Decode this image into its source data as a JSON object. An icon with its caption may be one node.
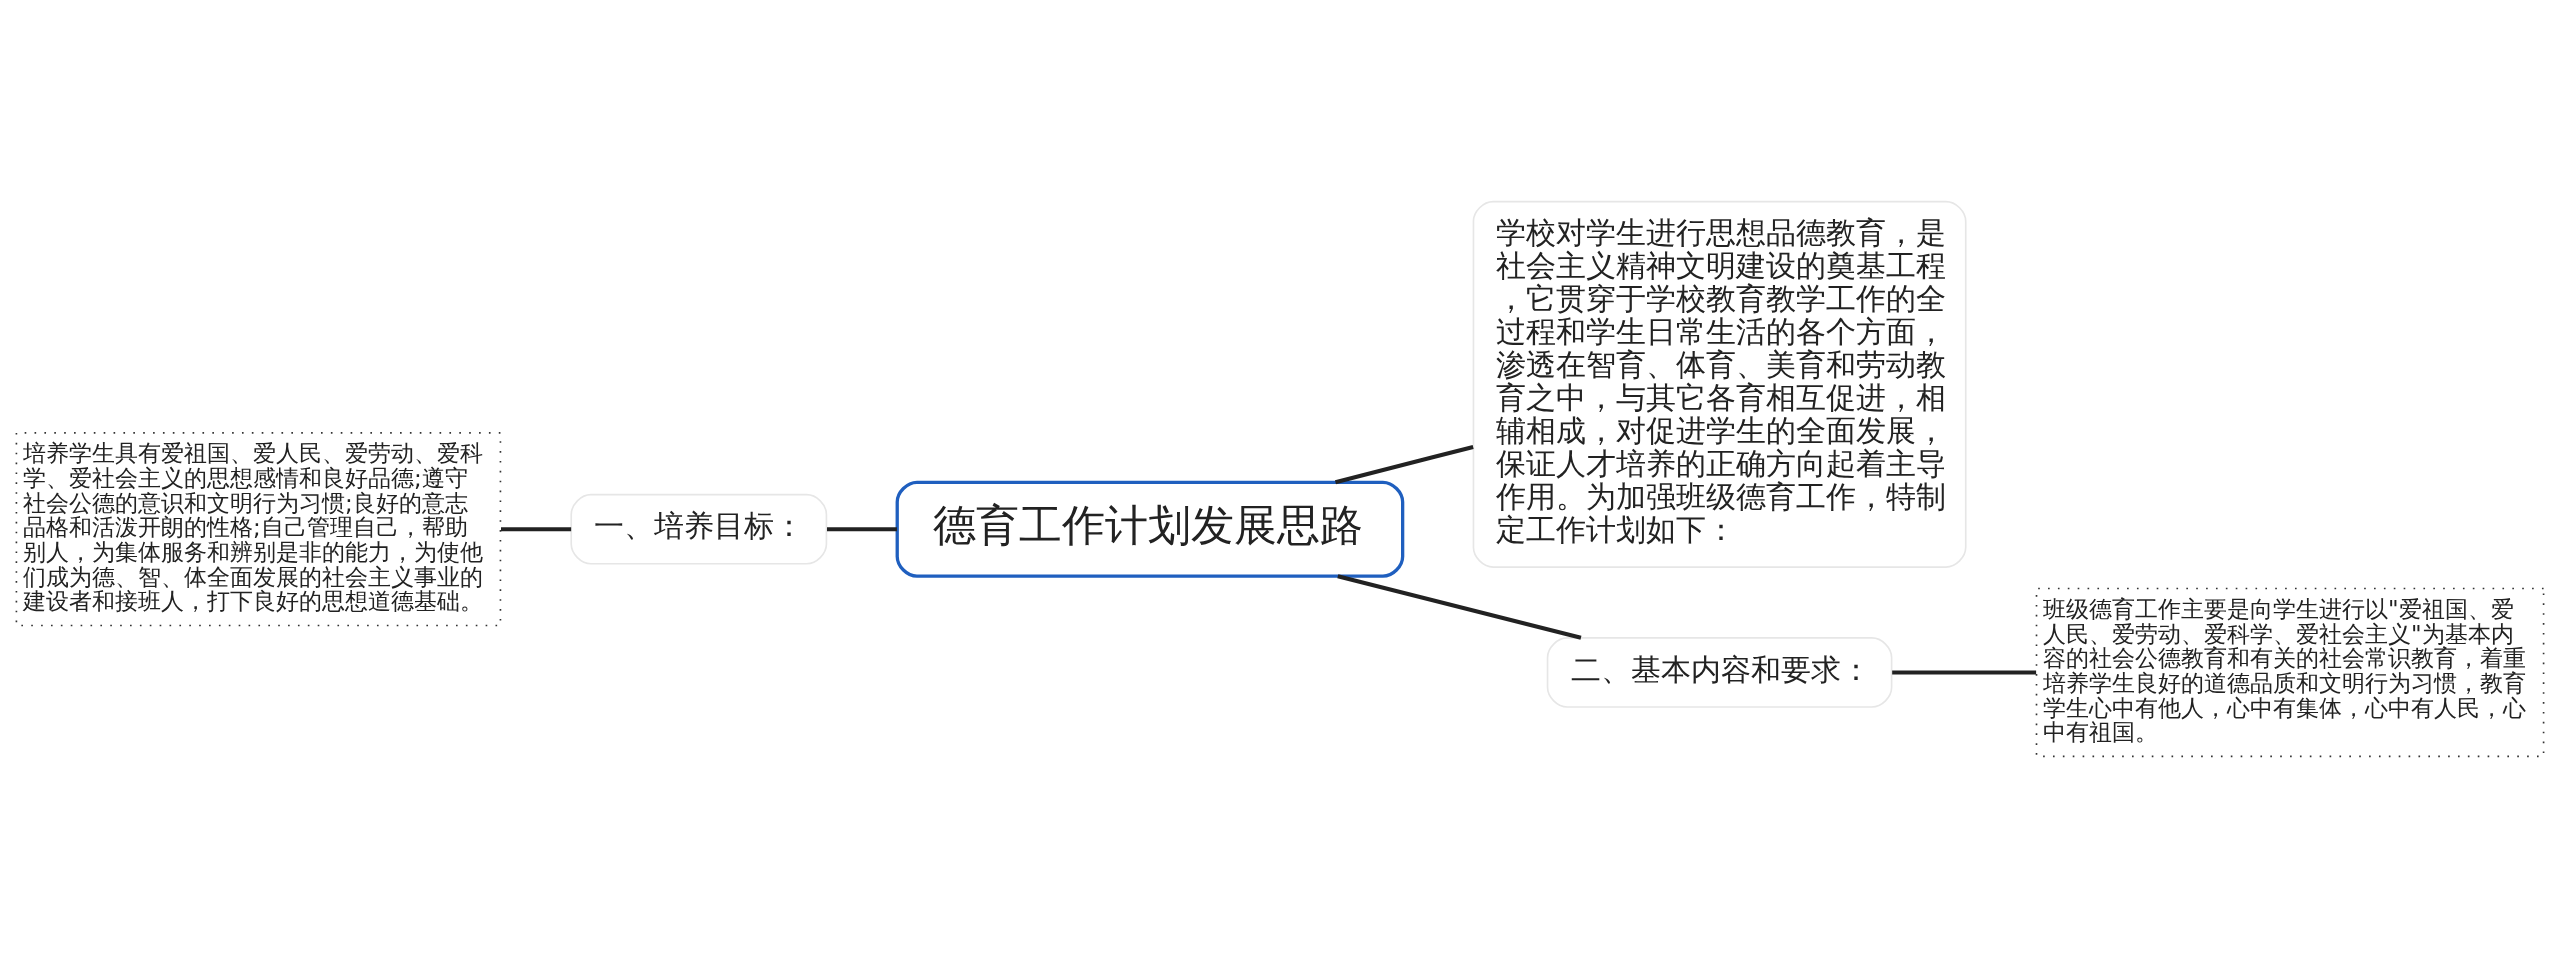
{
  "diagram": {
    "nodes": [
      {
        "text": [
          "德育工作计划发展思路"
        ]
      },
      {
        "text": [
          "一、培养目标："
        ]
      },
      {
        "text": [
          "培养学生具有爱祖国、爱人民、爱劳动、爱科学、爱社会主义的思想感情和良好品德;遵守社会公德的意识和文明行为习惯;良好的意志品格和活泼开朗的性格;自己管理自己，帮助别人，为集体服务和辨别是非的能力，为使他们成为德、智、体全面发展的社会主义事业的建设者和接班人，打下良好的思想道德基础。"
        ]
      },
      {
        "text": [
          "学校对学生进行思想品德教育，是社会主义精神文明建设的奠基工程，它贯穿于学校教育教学工作的全过程和学生日常生活的各个方面，渗透在智育、体育、美育和劳动教育之中，与其它各育相互促进，相辅相成，对促进学生的全面发展，保证人才培养的正确方向起着主导作用。为加强班级德育工作，特制定工作计划如下："
        ]
      },
      {
        "text": [
          "二、基本内容和要求："
        ]
      },
      {
        "text": [
          "班级德育工作主要是向学生进行以\"爱祖国、爱人民、爱劳动、爱科学、爱社会主义\"为基本内容的社会公德教育和有关的社会常识教育，着重培养学生良好的道德品质和文明行为习惯，教育学生心中有他人，心中有集体，心中有人民，心中有祖国。"
        ]
      }
    ],
    "edges": [
      {
        "from": 0,
        "to": 1,
        "arrow": "none"
      },
      {
        "from": 1,
        "to": 2,
        "arrow": "none"
      },
      {
        "from": 0,
        "to": 3,
        "arrow": "none"
      },
      {
        "from": 0,
        "to": 4,
        "arrow": "none"
      },
      {
        "from": 4,
        "to": 5,
        "arrow": "none"
      }
    ]
  }
}
